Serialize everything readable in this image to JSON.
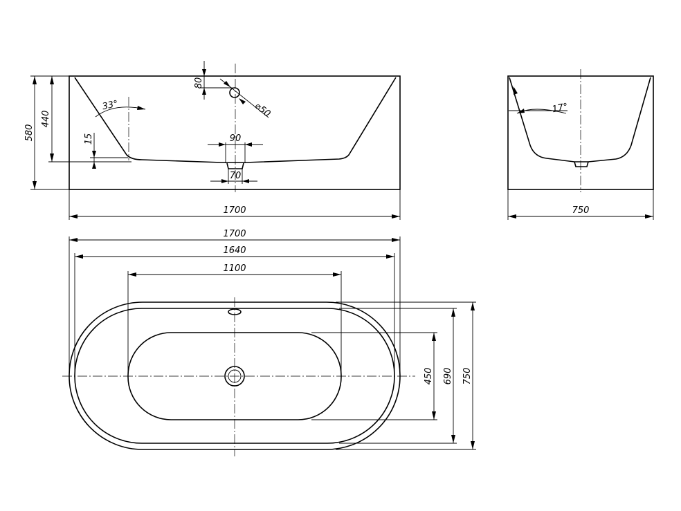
{
  "side_view": {
    "length": "1700",
    "total_height": "580",
    "inner_depth": "440",
    "overflow_offset": "80",
    "overflow_diameter": "⌀50",
    "wall_angle": "33°",
    "bottom_offset": "15",
    "drain_width_top": "90",
    "drain_width_bottom": "70"
  },
  "end_view": {
    "width": "750",
    "wall_angle": "17°"
  },
  "top_view": {
    "overall_length": "1700",
    "rim_inner_length": "1640",
    "bottom_length": "1100",
    "bottom_width": "450",
    "rim_inner_width": "690",
    "overall_width": "750"
  }
}
